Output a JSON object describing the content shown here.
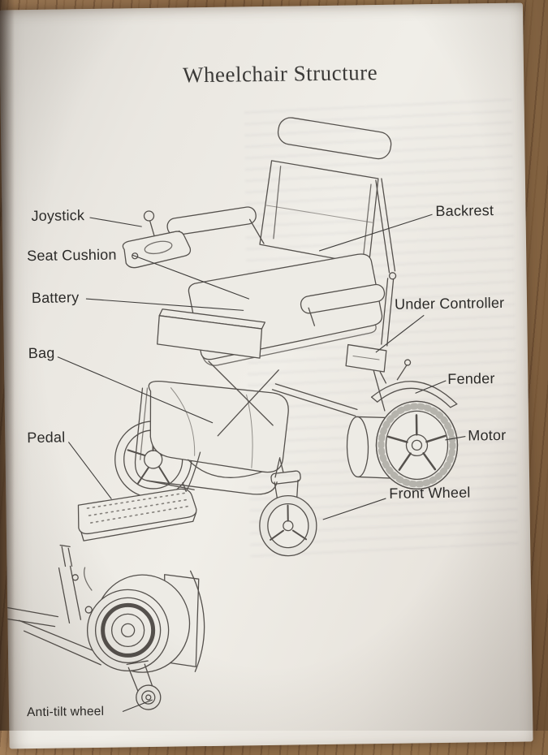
{
  "page": {
    "title": "Wheelchair Structure"
  },
  "diagram": {
    "labels": [
      {
        "id": "joystick",
        "text": "Joystick"
      },
      {
        "id": "seat-cushion",
        "text": "Seat Cushion"
      },
      {
        "id": "battery",
        "text": "Battery"
      },
      {
        "id": "bag",
        "text": "Bag"
      },
      {
        "id": "pedal",
        "text": "Pedal"
      },
      {
        "id": "backrest",
        "text": "Backrest"
      },
      {
        "id": "under-controller",
        "text": "Under Controller"
      },
      {
        "id": "fender",
        "text": "Fender"
      },
      {
        "id": "motor",
        "text": "Motor"
      },
      {
        "id": "front-wheel",
        "text": "Front Wheel"
      },
      {
        "id": "anti-tilt-wheel",
        "text": "Anti-tilt wheel"
      }
    ]
  },
  "colors": {
    "paper": "#ece9e3",
    "ink": "#4e4c49",
    "wood": "#8a6845"
  }
}
